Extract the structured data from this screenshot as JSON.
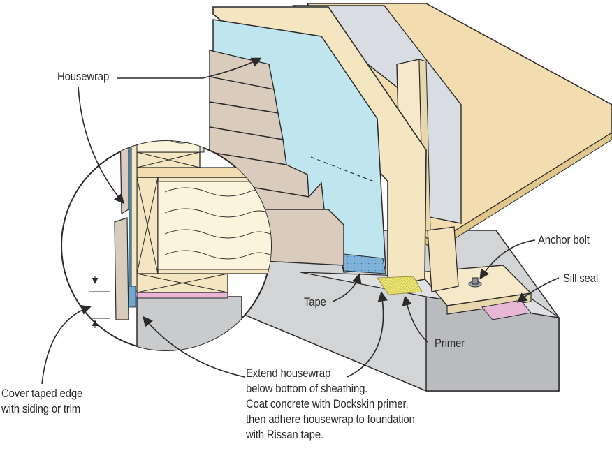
{
  "labels": {
    "housewrap": "Housewrap",
    "anchor_bolt": "Anchor bolt",
    "sill_seal": "Sill seal",
    "tape": "Tape",
    "primer": "Primer",
    "cover_line1": "Cover taped edge",
    "cover_line2": "with siding or trim",
    "extend_line1": "Extend housewrap",
    "extend_line2": "below bottom of sheathing.",
    "extend_line3": "Coat concrete with Dockskin primer,",
    "extend_line4": "then adhere housewrap to foundation",
    "extend_line5": "with Rissan tape."
  },
  "colors": {
    "housewrap": "#bfe6ef",
    "sheathing": "#f4e6c0",
    "siding": "#d9ccbc",
    "concrete": "#c9cbcd",
    "sill_seal": "#e8b7d6",
    "primer": "#e8e06a",
    "tape": "#6fa8d2",
    "floor_deck": "#f3ddb0",
    "stroke": "#2a2a2a"
  }
}
